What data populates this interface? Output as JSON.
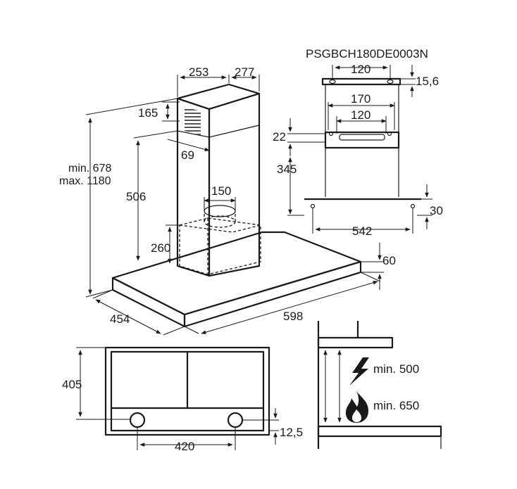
{
  "model_code": "PSGBCH180DE0003N",
  "dimensions": {
    "chimney_depth": "253",
    "chimney_width": "277",
    "chimney_top_offset": "165",
    "chimney_side_offset": "69",
    "height_min": "min. 678",
    "height_max": "max. 1180",
    "chimney_height": "506",
    "outlet_diameter": "150",
    "motor_height": "260",
    "canopy_thickness": "60",
    "canopy_depth": "454",
    "canopy_width": "598",
    "bracket_hole_spacing": "120",
    "bracket_offset": "15,6",
    "mount_width": "170",
    "mount_hole_spacing": "120",
    "mount_offset": "22",
    "mount_height": "345",
    "lower_offset": "30",
    "mount_base_width": "542",
    "plan_depth": "405",
    "filter_spacing": "420",
    "filter_offset": "12,5"
  },
  "clearance": {
    "electric": "min. 500",
    "gas": "min. 650"
  },
  "icons": {
    "electric": "lightning-icon",
    "gas": "flame-icon"
  }
}
